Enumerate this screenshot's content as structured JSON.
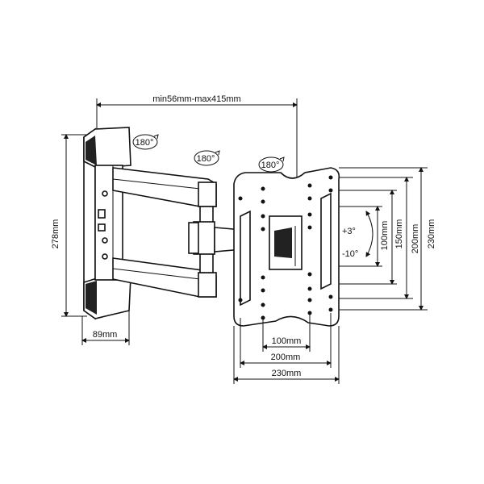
{
  "dimensions": {
    "arm_extension": "min56mm-max415mm",
    "wall_plate_height": "278mm",
    "wall_plate_depth": "89mm",
    "horizontal_100": "100mm",
    "horizontal_200": "200mm",
    "horizontal_230": "230mm",
    "vertical_100": "100mm",
    "vertical_150": "150mm",
    "vertical_200": "200mm",
    "vertical_230": "230mm"
  },
  "rotation": {
    "wall_joint": "180°",
    "middle_joint": "180°",
    "plate_joint": "180°"
  },
  "tilt": {
    "up": "+3°",
    "down": "-10°"
  }
}
